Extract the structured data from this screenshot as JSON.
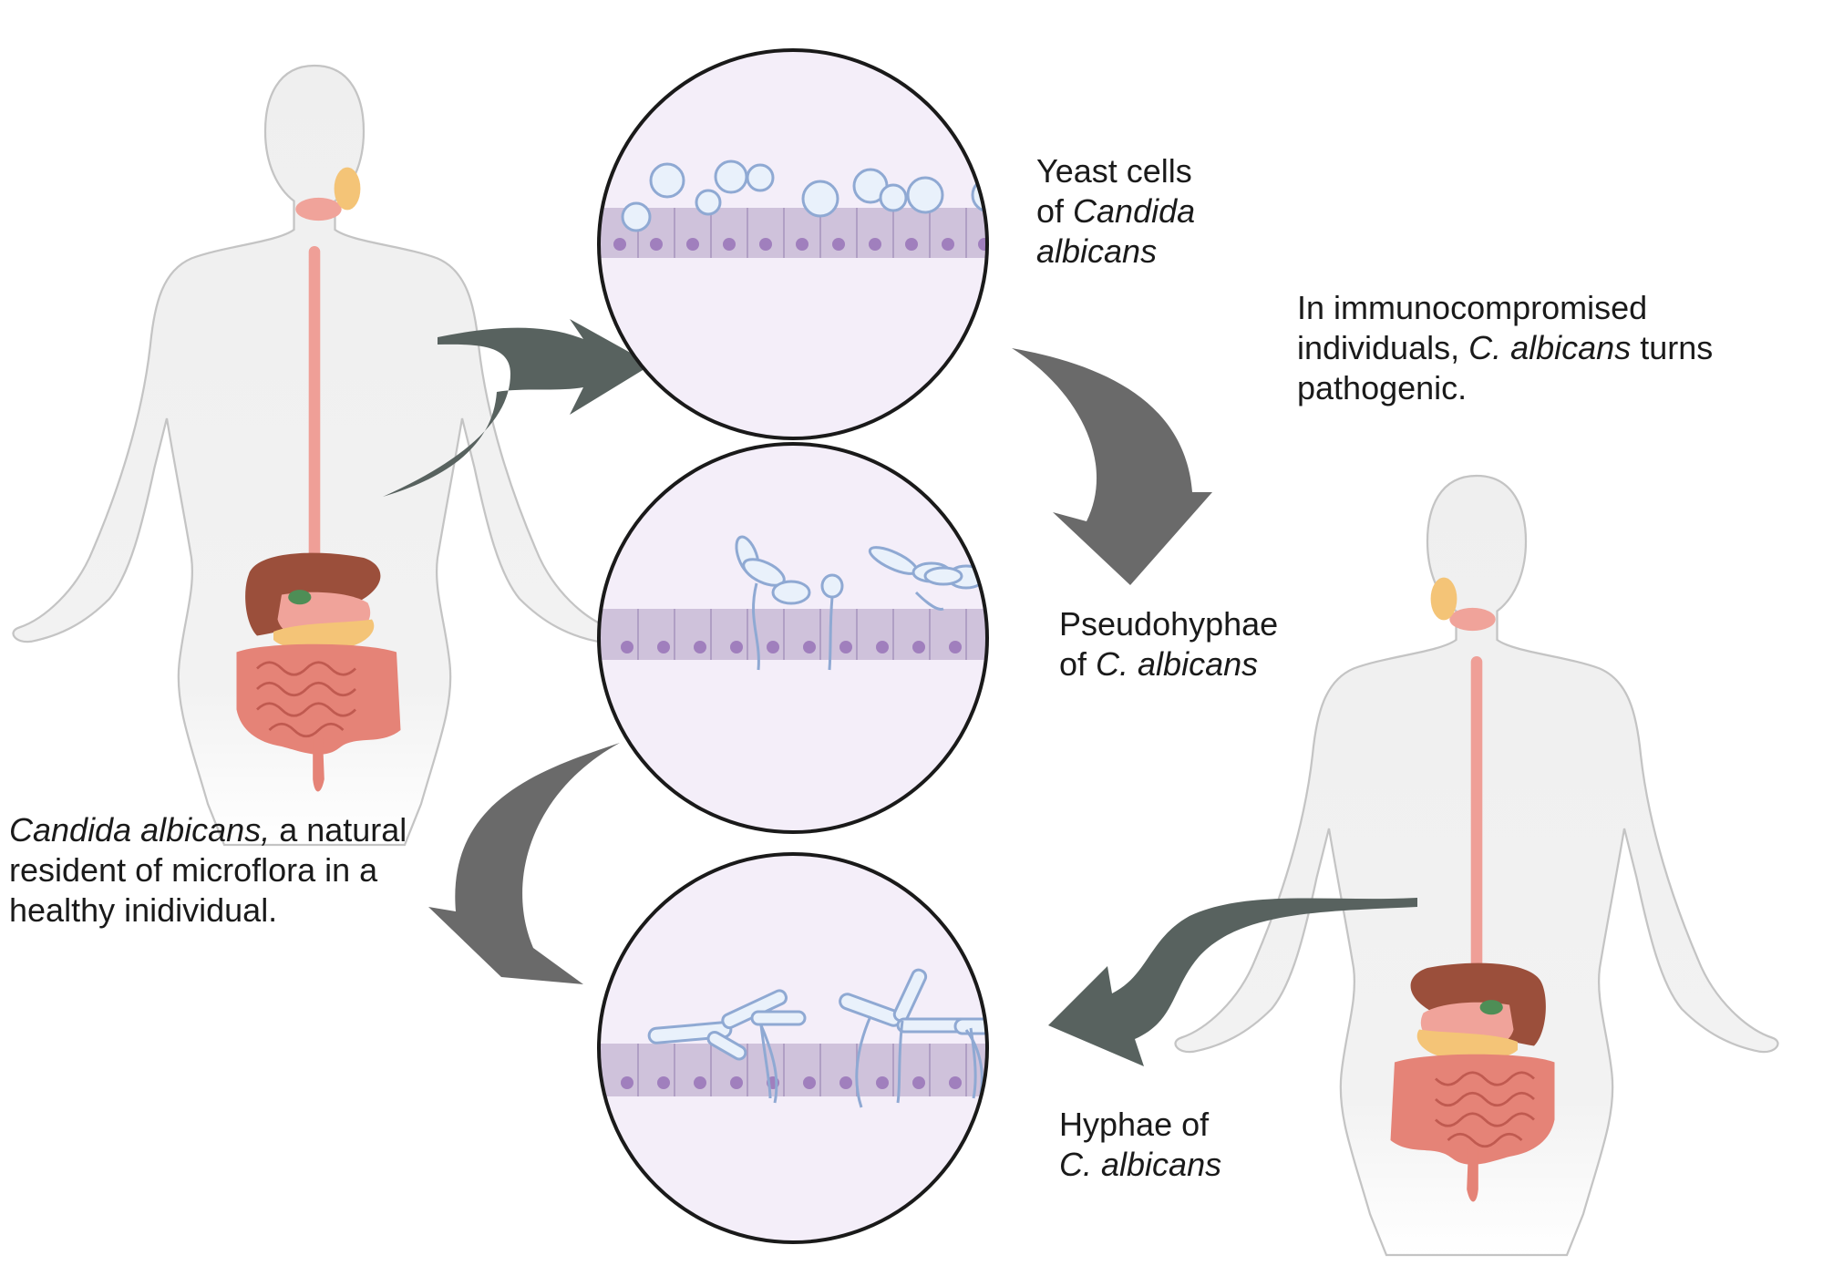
{
  "colors": {
    "body_fill": "#efefef",
    "body_outline": "#c4c4c4",
    "esophagus": "#ef9f97",
    "liver": "#9b4f3b",
    "stomach": "#f0a39a",
    "pancreas": "#f4c477",
    "gallbladder": "#4e8e56",
    "intestine": "#e58377",
    "arrow_dark": "#58625f",
    "arrow_gray": "#6a6a6a",
    "circle_fill": "#f4eef9",
    "circle_stroke": "#1a1a1a",
    "epithelium": "#cfc2db",
    "nucleus": "#a07fbd",
    "fungus_fill": "#e9f1fb",
    "fungus_stroke": "#8fa9d3"
  },
  "icons": [
    "healthy-human-body-icon",
    "immunocompromised-human-body-icon",
    "yeast-cells-magnified-icon",
    "pseudohyphae-magnified-icon",
    "hyphae-magnified-icon"
  ],
  "captions": {
    "yeast": {
      "line1": "Yeast cells",
      "line2_prefix": "of ",
      "line2_italic": "Candida",
      "line3_italic": "albicans"
    },
    "pseudohyphae": {
      "line1": "Pseudohyphae",
      "line2_prefix": "of ",
      "line2_italic": "C. albicans"
    },
    "hyphae": {
      "line1": "Hyphae of",
      "line2_italic": "C. albicans"
    },
    "immunocompromised": {
      "line1": "In immunocompromised",
      "line2_prefix": "individuals, ",
      "line2_italic": "C. albicans",
      "line2_suffix": " turns",
      "line3": "pathogenic."
    },
    "healthy": {
      "line1_italic": "Candida albicans,",
      "line1_suffix": " a natural",
      "line2": "resident of microflora in a",
      "line3": "healthy inidividual."
    }
  }
}
